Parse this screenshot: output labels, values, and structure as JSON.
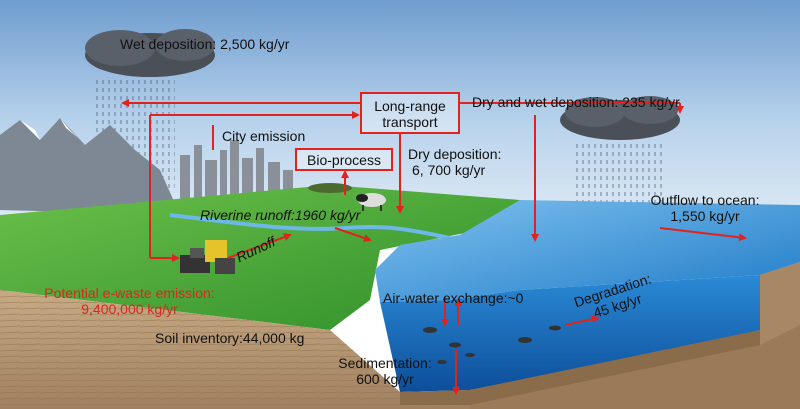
{
  "labels": {
    "wet_deposition": "Wet deposition: 2,500 kg/yr",
    "long_range_line1": "Long-range",
    "long_range_line2": "transport",
    "dry_wet_deposition": "Dry and wet deposition: 235 kg/yr",
    "city_emission": "City emission",
    "bio_process": "Bio-process",
    "dry_deposition_line1": "Dry deposition:",
    "dry_deposition_line2": "6, 700 kg/yr",
    "outflow_line1": "Outflow to ocean:",
    "outflow_line2": "1,550 kg/yr",
    "riverine_runoff": "Riverine runoff:1960  kg/yr",
    "runoff": "Runoff",
    "ewaste_line1": "Potential e-waste emission:",
    "ewaste_line2": "9,400,000  kg/yr",
    "air_water_exchange": "Air-water exchange:~0",
    "degradation_line1": "Degradation:",
    "degradation_line2": "45  kg/yr",
    "soil_inventory": "Soil inventory:44,000  kg",
    "sedimentation_line1": "Sedimentation:",
    "sedimentation_line2": "600  kg/yr"
  },
  "colors": {
    "arrow": "#e0231e",
    "land": "#3fa834",
    "water": "#2f8fd8",
    "soil": "#b49470",
    "sky": "#8fb8de"
  }
}
